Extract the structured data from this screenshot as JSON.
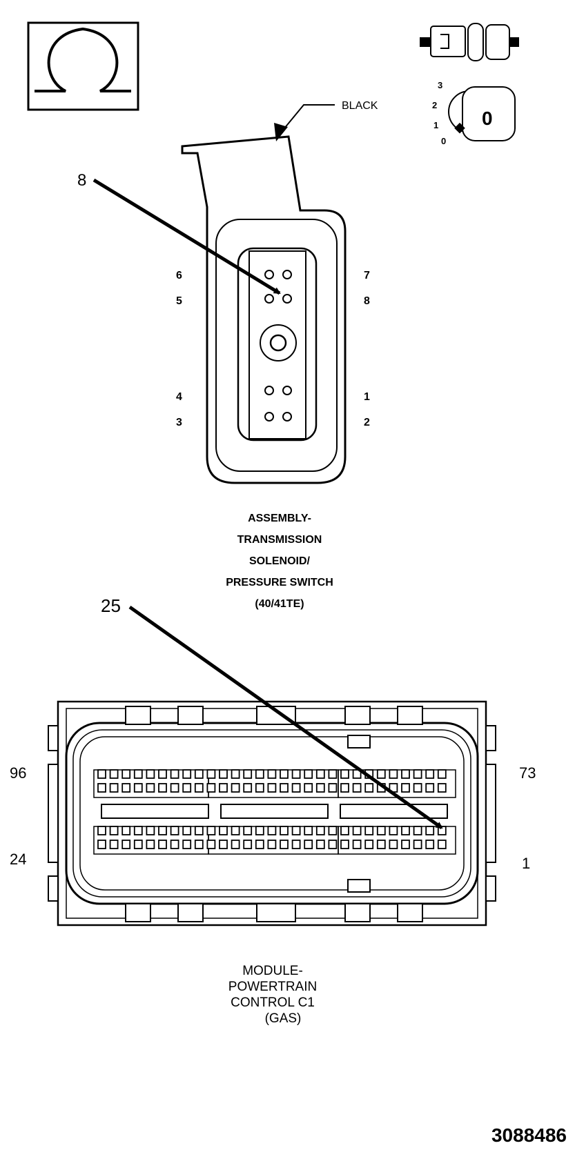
{
  "icons": {
    "ohm": "ohmmeter-icon",
    "connector": "connector-disconnect-icon",
    "ignition": "ignition-key-off-icon",
    "ignition_positions": [
      "3",
      "2",
      "1",
      "0"
    ],
    "ignition_key_label": "0"
  },
  "top_connector": {
    "wire_color_label": "BLACK",
    "callout": "8",
    "pin_labels": {
      "p6": "6",
      "p5": "5",
      "p7": "7",
      "p8": "8",
      "p4": "4",
      "p3": "3",
      "p1": "1",
      "p2": "2"
    },
    "title_lines": [
      "ASSEMBLY-",
      "TRANSMISSION",
      "SOLENOID/",
      "PRESSURE SWITCH",
      "(40/41TE)"
    ]
  },
  "bottom_connector": {
    "callout": "25",
    "corner_labels": {
      "top_left": "96",
      "top_right": "73",
      "bottom_left": "24",
      "bottom_right": "1"
    },
    "title_lines": [
      "MODULE-",
      "POWERTRAIN",
      "CONTROL C1",
      "(GAS)"
    ]
  },
  "figure_number": "3088486"
}
